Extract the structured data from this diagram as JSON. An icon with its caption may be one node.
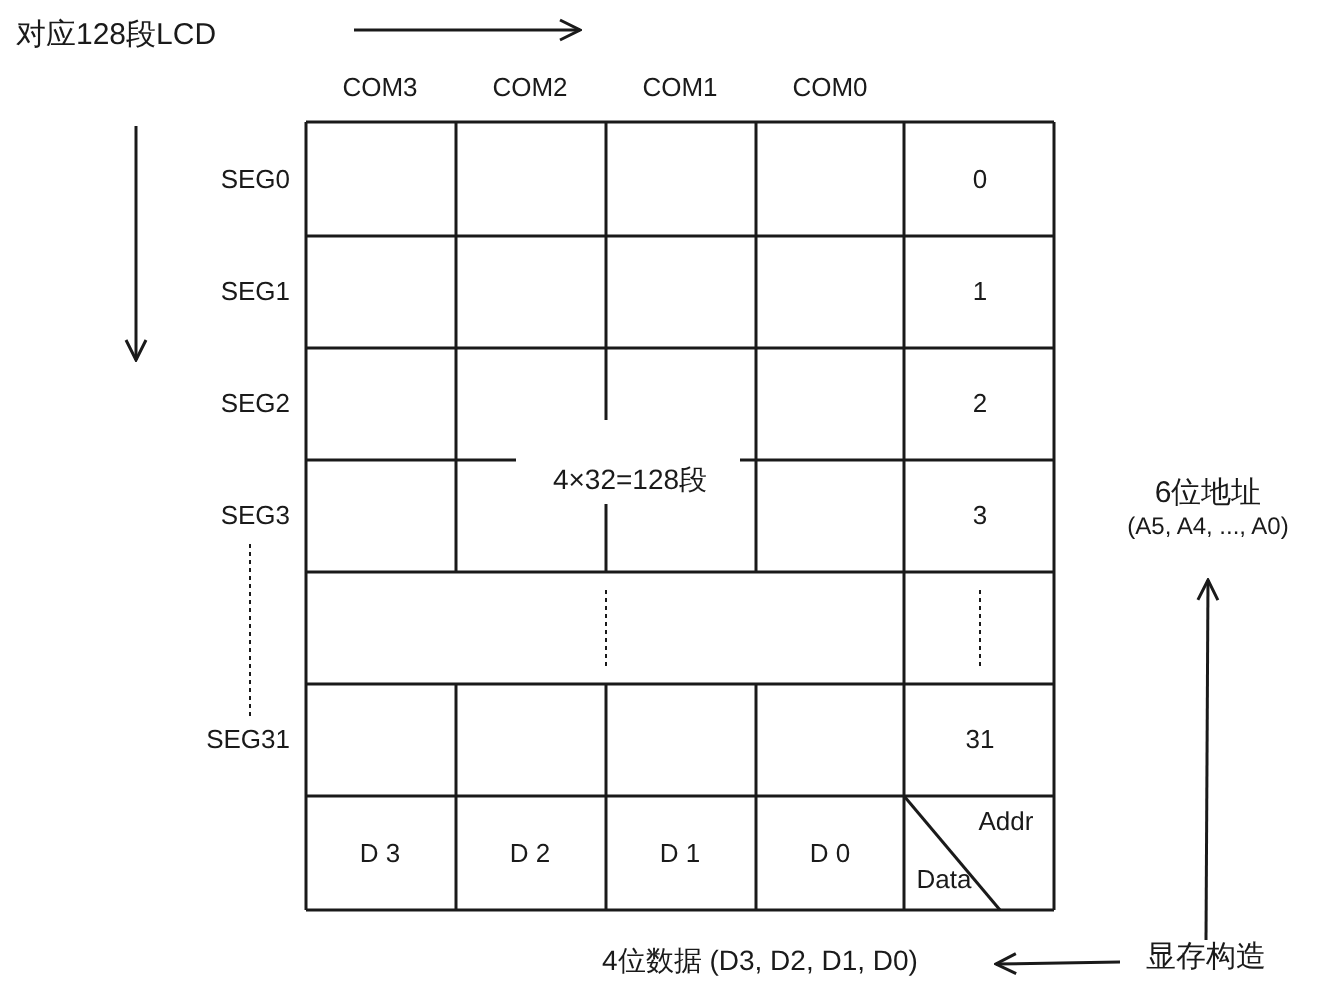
{
  "diagram": {
    "nodes": [
      {
        "text": [
          "显存构造"
        ]
      },
      {
        "text": [
          "6位地址",
          "(A5, A4, ..., A0)"
        ]
      },
      {
        "text": [
          "4位数据 (D3, D2, D1, D0)"
        ]
      }
    ],
    "edges": [
      {
        "from": 0,
        "to": 1,
        "arrow": "to"
      },
      {
        "from": 0,
        "to": 2,
        "arrow": "to"
      }
    ],
    "labels": [
      "对应128段LCD",
      "COM3",
      "COM2",
      "COM1",
      "COM0",
      "SEG0",
      "SEG1",
      "SEG2",
      "SEG3",
      "SEG31",
      "0",
      "1",
      "2",
      "4×32=128段",
      "3",
      "31",
      "D 3",
      "D 2",
      "D 1",
      "D 0",
      "Addr",
      "Data"
    ]
  }
}
